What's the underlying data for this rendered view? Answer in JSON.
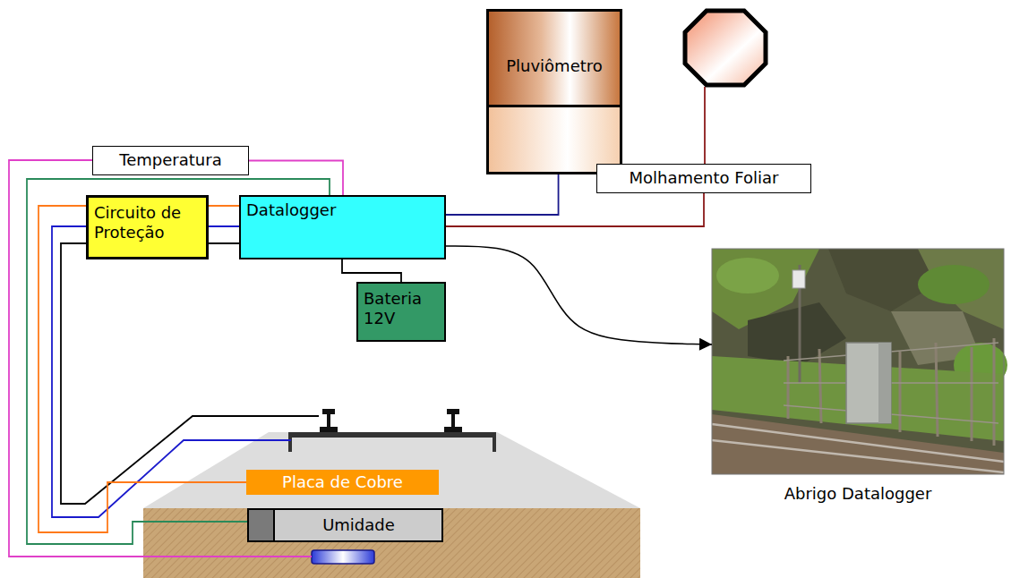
{
  "diagram": {
    "nodes": [
      {
        "text": [
          "Pluviômetro"
        ]
      },
      {
        "text": [
          "Molhamento Foliar"
        ]
      },
      {
        "text": [
          "Temperatura"
        ]
      },
      {
        "text": [
          "Circuito de Proteção"
        ]
      },
      {
        "text": [
          "Datalogger"
        ]
      },
      {
        "text": [
          "Bateria 12V"
        ]
      },
      {
        "text": [
          "Placa de Cobre"
        ]
      },
      {
        "text": [
          "Umidade"
        ]
      },
      {
        "text": [
          "Abrigo Datalogger"
        ]
      }
    ],
    "edges": [
      {
        "from": 4,
        "to": 0,
        "arrow": "none"
      },
      {
        "from": 4,
        "to": 1,
        "arrow": "none"
      },
      {
        "from": 4,
        "to": 2,
        "arrow": "none"
      },
      {
        "from": 3,
        "to": 4,
        "arrow": "none"
      },
      {
        "from": 3,
        "to": 4,
        "arrow": "none"
      },
      {
        "from": 3,
        "to": 4,
        "arrow": "none"
      },
      {
        "from": 4,
        "to": 7,
        "arrow": "none"
      },
      {
        "from": 3,
        "to": 6,
        "arrow": "none"
      },
      {
        "from": 4,
        "to": 5,
        "arrow": "none"
      },
      {
        "from": 4,
        "to": 8,
        "arrow": "to"
      }
    ]
  }
}
